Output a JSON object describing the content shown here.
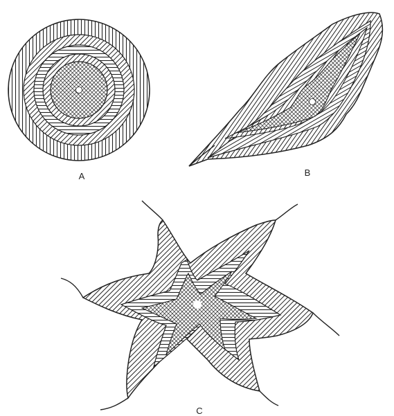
{
  "figure": {
    "panels": [
      {
        "id": "A",
        "label": "A",
        "shape": "concentric-circles",
        "zones": [
          "vertical-hatch-ring",
          "diagonal-hatch-ring",
          "horizontal-hatch-ring",
          "diagonal-hatch-ring",
          "crosshatch-core",
          "white-center-dot"
        ]
      },
      {
        "id": "B",
        "label": "B",
        "shape": "elongated-lens",
        "zones": [
          "diagonal-hatch-outer",
          "horizontal-hatch-band",
          "diagonal-hatch-inner",
          "crosshatch-core",
          "white-center-dot"
        ]
      },
      {
        "id": "C",
        "label": "C",
        "shape": "six-armed-star",
        "zones": [
          "diagonal-hatch-outer",
          "horizontal-hatch-band",
          "crosshatch-core",
          "white-center-dot"
        ]
      }
    ],
    "colors": {
      "ink": "#222222",
      "background": "#ffffff"
    }
  }
}
